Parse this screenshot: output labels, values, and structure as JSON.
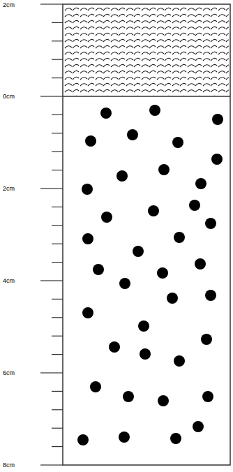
{
  "diagram": {
    "labels": [
      "2cm",
      "0cm",
      "2cm",
      "4cm",
      "6cm",
      "8cm"
    ]
  }
}
